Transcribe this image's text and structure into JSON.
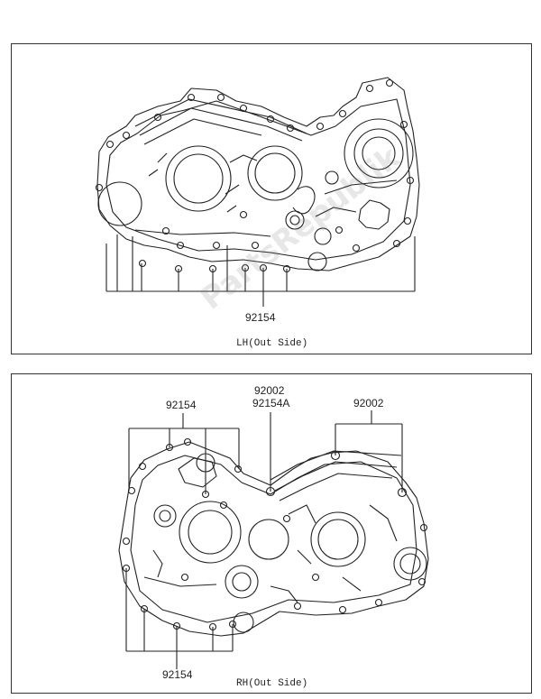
{
  "watermark": "PartsRepublik",
  "top_panel": {
    "caption": "LH(Out Side)",
    "labels": {
      "part_a": "92154"
    }
  },
  "bottom_panel": {
    "caption": "RH(Out Side)",
    "labels": {
      "upper_left": "92154",
      "center_line1": "92002",
      "center_line2": "92154A",
      "upper_right": "92002",
      "lower": "92154"
    }
  }
}
